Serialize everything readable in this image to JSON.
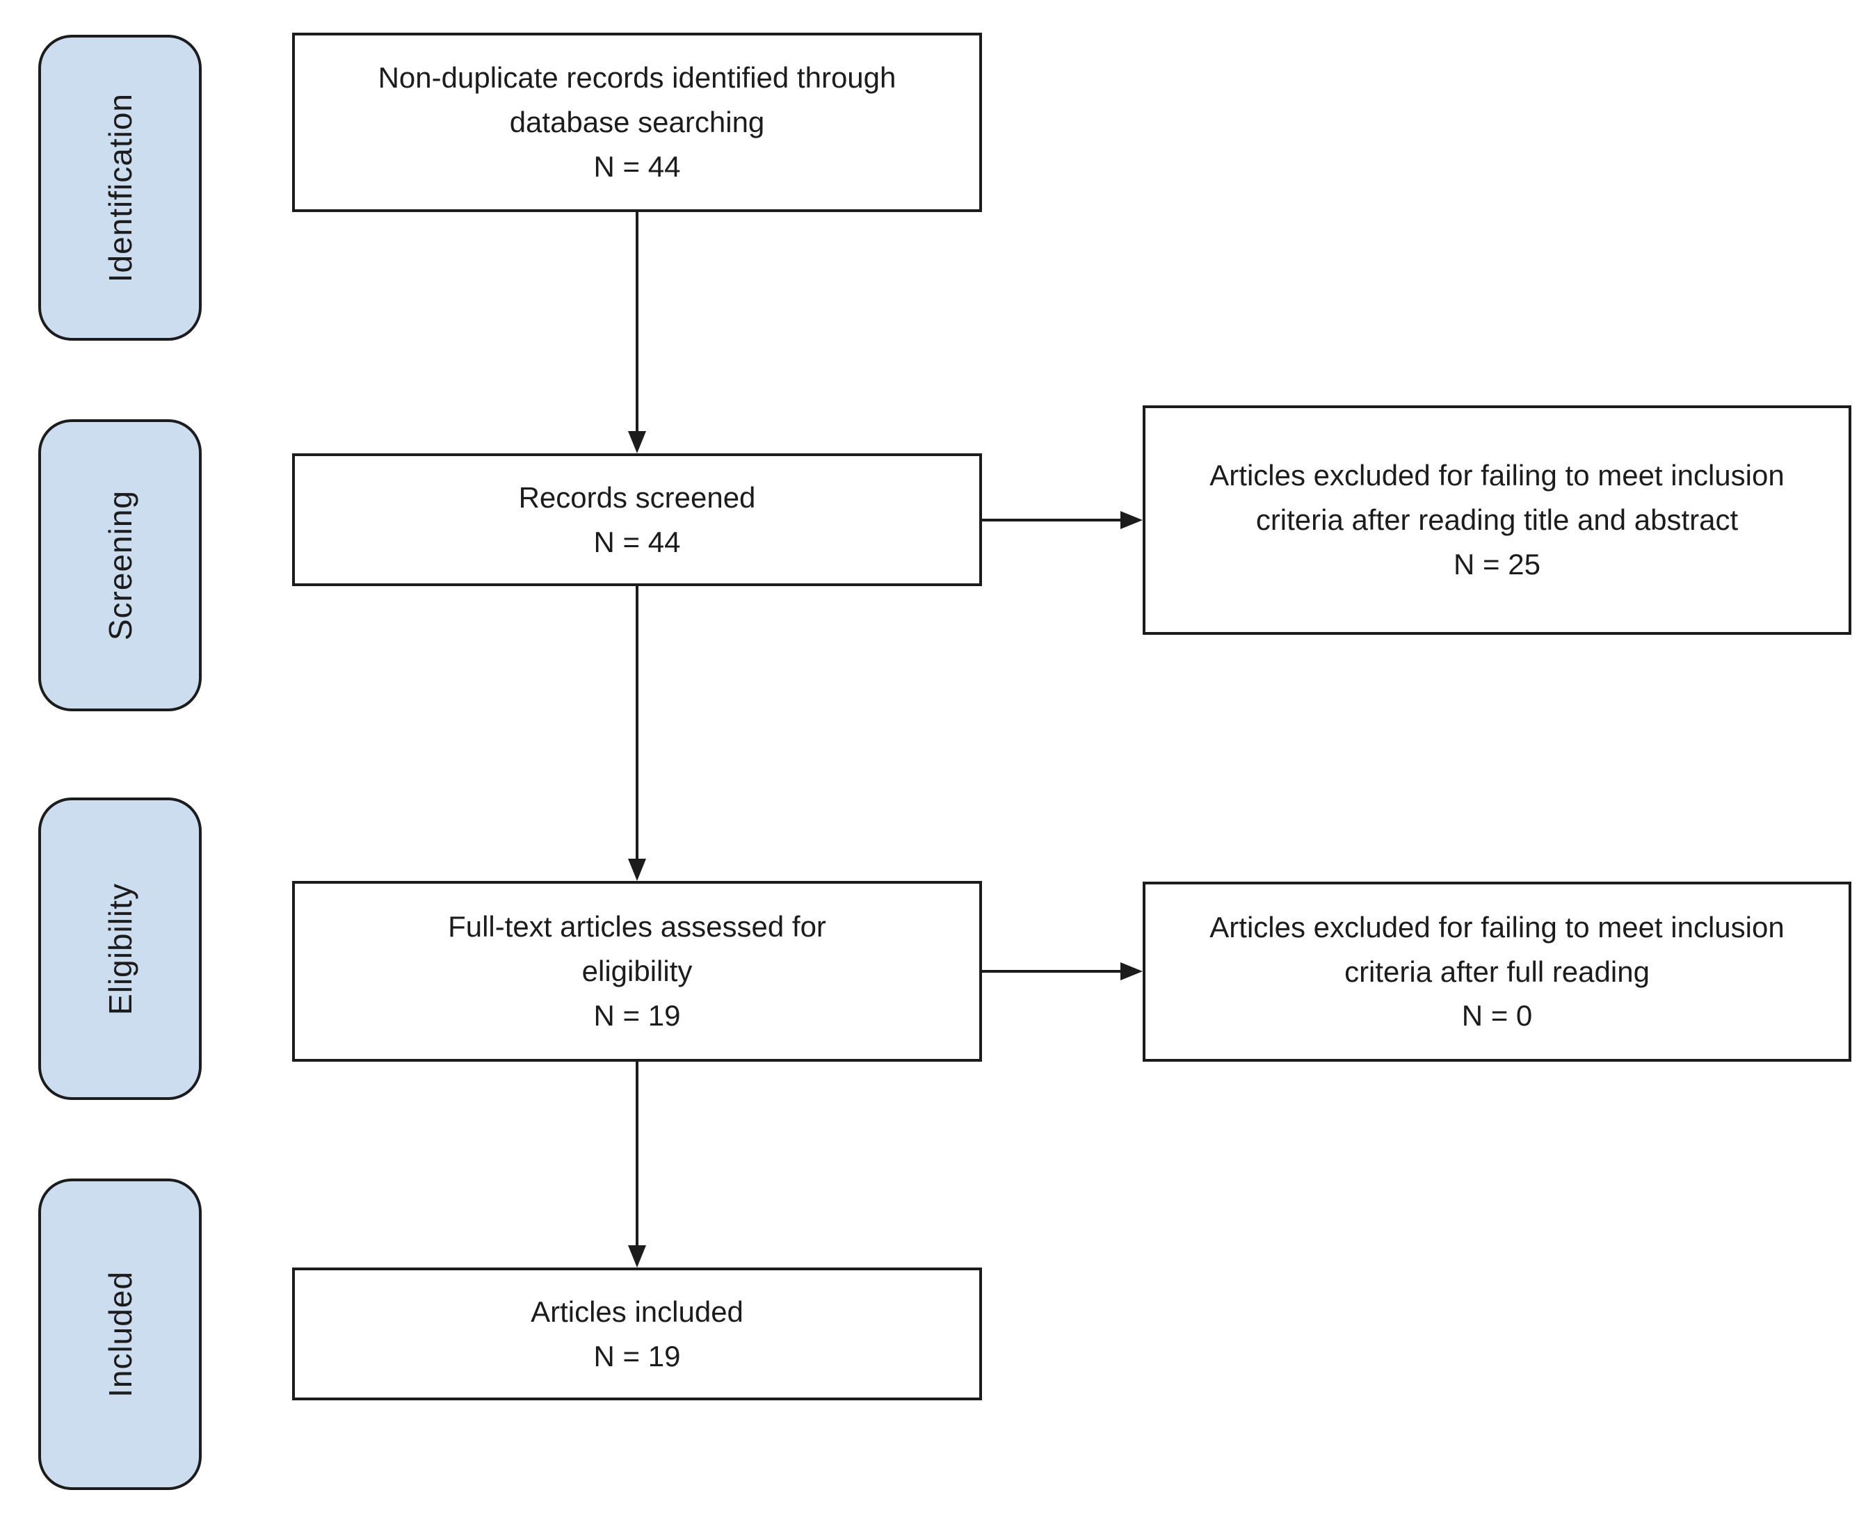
{
  "stages": [
    {
      "label": "Identification"
    },
    {
      "label": "Screening"
    },
    {
      "label": "Eligibility"
    },
    {
      "label": "Included"
    }
  ],
  "flow_boxes": [
    {
      "label": "Non-duplicate records identified through database searching",
      "count": "N = 44"
    },
    {
      "label": "Records screened",
      "count": "N = 44"
    },
    {
      "label": "Full-text articles assessed for eligibility",
      "count": "N = 19"
    },
    {
      "label": "Articles included",
      "count": "N = 19"
    }
  ],
  "exclusion_boxes": [
    {
      "label": "Articles excluded for failing to meet inclusion criteria after reading title and abstract",
      "count": "N = 25"
    },
    {
      "label": "Articles excluded for failing to meet inclusion criteria after full reading",
      "count": "N = 0"
    }
  ],
  "colors": {
    "stage_fill": "#cdddf0",
    "box_fill": "#ffffff",
    "line": "#1c1c1c",
    "text": "#1c1c1c",
    "background": "#ffffff"
  }
}
